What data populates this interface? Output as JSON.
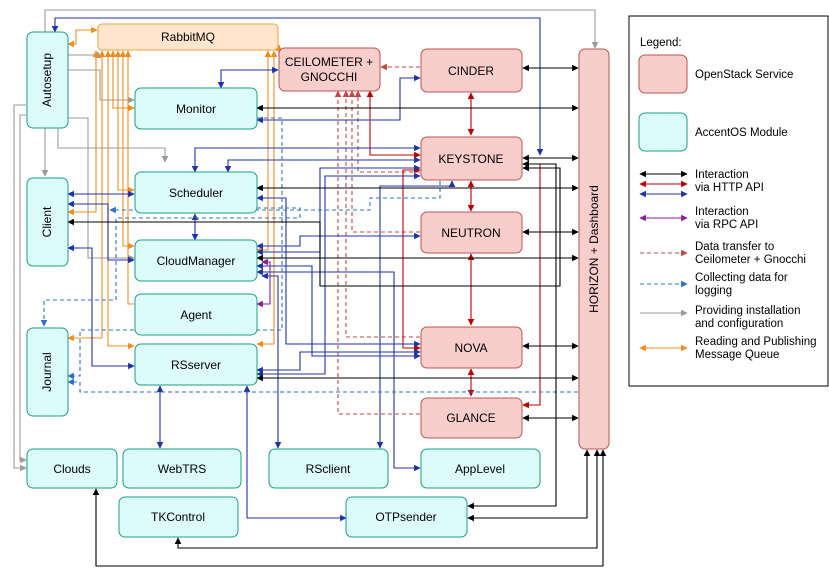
{
  "colors": {
    "openstack_fill": "#f8cecc",
    "openstack_stroke": "#b85450",
    "accentos_fill": "#dcfbfa",
    "accentos_stroke": "#16a085",
    "rabbit_fill": "#ffe6cc",
    "rabbit_stroke": "#e8a33d",
    "black": "#000000",
    "red": "#c00000",
    "blue": "#1f33a8",
    "purple": "#8a1da0",
    "red_dashed": "#c44545",
    "blue_dashed": "#2e70c8",
    "gray": "#9a9a9a",
    "orange": "#f08c1e"
  },
  "nodes": {
    "autosetup": "Autosetup",
    "rabbitmq": "RabbitMQ",
    "ceilometer_line1": "CEILOMETER +",
    "ceilometer_line2": "GNOCCHI",
    "cinder": "CINDER",
    "keystone": "KEYSTONE",
    "neutron": "NEUTRON",
    "nova": "NOVA",
    "glance": "GLANCE",
    "horizon": "HORIZON + Dashboard",
    "monitor": "Monitor",
    "scheduler": "Scheduler",
    "cloudmanager": "CloudManager",
    "agent": "Agent",
    "rsserver": "RSserver",
    "client": "Client",
    "journal": "Journal",
    "clouds": "Clouds",
    "webtrs": "WebTRS",
    "rsclient": "RSclient",
    "applevel": "AppLevel",
    "tkcontrol": "TKControl",
    "otpsender": "OTPsender"
  },
  "legend": {
    "title": "Legend:",
    "openstack": "OpenStack Service",
    "accentos": "AccentOS Module",
    "http_line1": "Interaction",
    "http_line2": "via HTTP API",
    "rpc_line1": "Interaction",
    "rpc_line2": "via RPC API",
    "ceilo_line1": "Data transfer to",
    "ceilo_line2": "Ceilometer + Gnocchi",
    "log_line1": "Collecting data for",
    "log_line2": "logging",
    "install_line1": "Providing installation",
    "install_line2": " and configuration",
    "mq_line1": "Reading and Publishing",
    "mq_line2": "Message Queue"
  }
}
